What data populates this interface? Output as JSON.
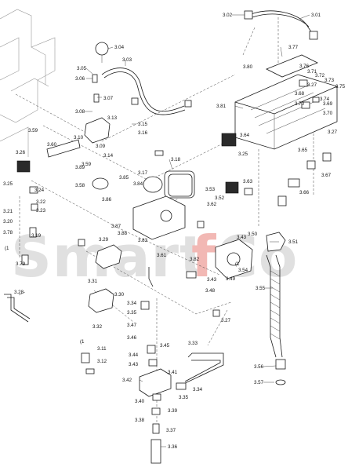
{
  "watermark": {
    "text_left": "Smart",
    "text_accent": "f",
    "text_right": "Co"
  },
  "colors": {
    "line": "#1a1a1a",
    "watermark_gray": "#e0e0e0",
    "watermark_accent": "#f2b8b4"
  },
  "callouts": [
    "3.01",
    "3.02",
    "3.03",
    "3.04",
    "3.05",
    "3.06",
    "3.07",
    "3.08",
    "3.09",
    "3.10",
    "3.11",
    "3.12",
    "3.13",
    "3.14",
    "3.15",
    "3.16",
    "3.17",
    "3.18",
    "3.19",
    "3.20",
    "3.21",
    "3.22",
    "3.23",
    "3.24",
    "3.25",
    "3.26",
    "3.27",
    "3.28",
    "3.29",
    "3.30",
    "3.31",
    "3.32",
    "3.33",
    "3.34",
    "3.35",
    "3.36",
    "3.37",
    "3.38",
    "3.39",
    "3.40",
    "3.41",
    "3.42",
    "3.43",
    "3.44",
    "3.45",
    "3.46",
    "3.47",
    "3.48",
    "3.49",
    "3.50",
    "3.51",
    "3.52",
    "3.53",
    "3.54",
    "3.55",
    "3.56",
    "3.57",
    "3.58",
    "3.59",
    "3.60",
    "3.61",
    "3.62",
    "3.63",
    "3.64",
    "3.65",
    "3.66",
    "3.67",
    "3.68",
    "3.69",
    "3.70",
    "3.71",
    "3.72",
    "3.73",
    "3.74",
    "3.75",
    "3.76",
    "3.77",
    "3.78",
    "3.79",
    "3.80",
    "3.81",
    "3.82",
    "3.83",
    "3.84",
    "3.85",
    "3.86",
    "3.87",
    "3.88",
    "3.89"
  ],
  "bracket_marks": [
    "(1",
    "(1",
    "(1"
  ]
}
